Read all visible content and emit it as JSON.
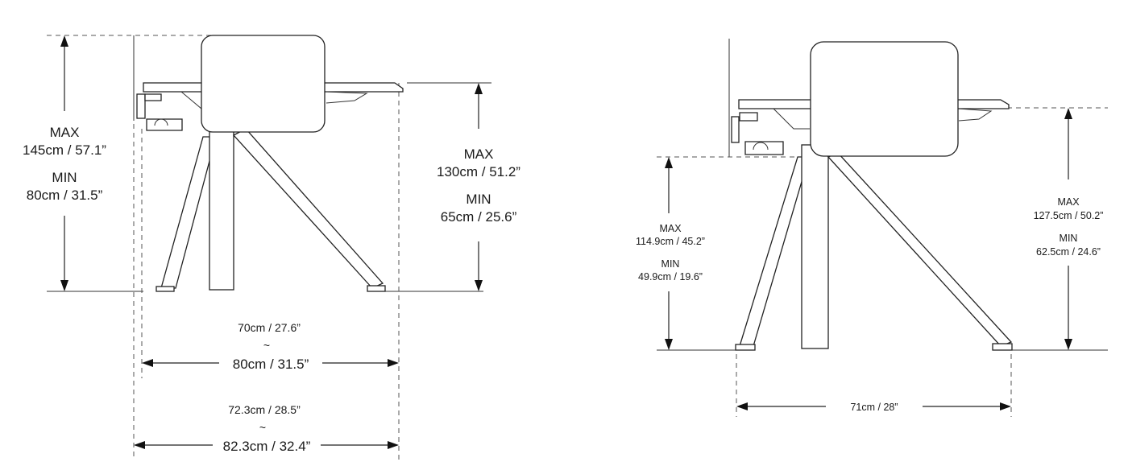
{
  "left_diagram": {
    "total_height": {
      "max_label": "MAX",
      "max_value": "145cm / 57.1”",
      "min_label": "MIN",
      "min_value": "80cm / 31.5”"
    },
    "desk_height": {
      "max_label": "MAX",
      "max_value": "130cm / 51.2”",
      "min_label": "MIN",
      "min_value": "65cm / 25.6”"
    },
    "desk_width": {
      "min_value": "70cm / 27.6”",
      "tilde": "~",
      "max_value": "80cm / 31.5”"
    },
    "overall_width": {
      "min_value": "72.3cm / 28.5”",
      "tilde": "~",
      "max_value": "82.3cm / 32.4”"
    }
  },
  "right_diagram": {
    "total_height": {
      "max_label": "MAX",
      "max_value": "127.5cm / 50.2”",
      "min_label": "MIN",
      "min_value": "62.5cm / 24.6”"
    },
    "desk_height": {
      "max_label": "MAX",
      "max_value": "114.9cm / 45.2”",
      "min_label": "MIN",
      "min_value": "49.9cm / 19.6”"
    },
    "base_width": {
      "value": "71cm / 28”"
    }
  }
}
